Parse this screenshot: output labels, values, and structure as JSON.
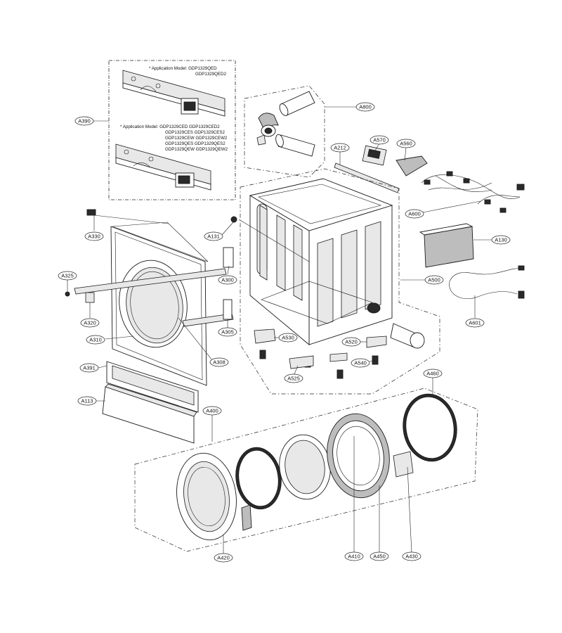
{
  "inset_notes": {
    "note_1_title": "* Application Model: GDP1329QED",
    "note_1_models": [
      "GDP1329QED2"
    ],
    "note_2_title": "* Application Model: GDP1329CED  GDP1329CED2",
    "note_2_models": [
      "GDP1329CES  GDP1329CES2",
      "GDP1329CEW  GDP1329CEW2",
      "GDP1329QES  GDP1329QES2",
      "GDP1329QEW  GDP1329QEW2"
    ]
  },
  "callouts": {
    "A390": "A390",
    "A800": "A800",
    "A212": "A212",
    "A570": "A570",
    "A560": "A560",
    "A600": "A600",
    "A330": "A330",
    "A131": "A131",
    "A130": "A130",
    "A325": "A325",
    "A300": "A300",
    "A500": "A500",
    "A320": "A320",
    "A305": "A305",
    "A601": "A601",
    "A310": "A310",
    "A530": "A530",
    "A520": "A520",
    "A308": "A308",
    "A540": "A540",
    "A391": "A391",
    "A525": "A525",
    "A460": "A460",
    "A113": "A113",
    "A400": "A400",
    "A420": "A420",
    "A410": "A410",
    "A450": "A450",
    "A430": "A430"
  }
}
